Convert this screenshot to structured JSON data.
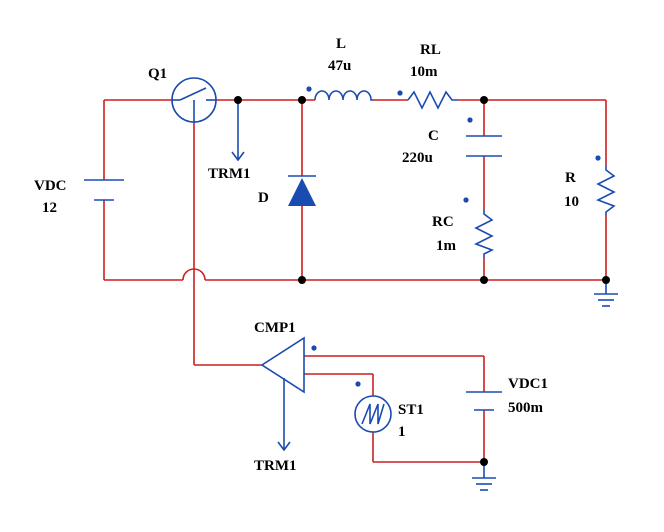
{
  "colors": {
    "wire": "#cc1f1f",
    "component": "#1a4bb0",
    "dot": "#1a4bb0",
    "diode_fill": "#1a4bb0",
    "label": "#000000",
    "background": "#ffffff"
  },
  "components": {
    "switch": {
      "name": "Q1"
    },
    "inductor": {
      "name": "L",
      "value": "47u"
    },
    "series_resistor": {
      "name": "RL",
      "value": "10m"
    },
    "capacitor": {
      "name": "C",
      "value": "220u"
    },
    "esr_resistor": {
      "name": "RC",
      "value": "1m"
    },
    "load_resistor": {
      "name": "R",
      "value": "10"
    },
    "diode": {
      "name": "D"
    },
    "source": {
      "name": "VDC",
      "value": "12"
    },
    "trim_top": {
      "name": "TRM1"
    },
    "trim_bottom": {
      "name": "TRM1"
    },
    "comparator": {
      "name": "CMP1"
    },
    "sawtooth": {
      "name": "ST1",
      "value": "1"
    },
    "reference": {
      "name": "VDC1",
      "value": "500m"
    }
  }
}
